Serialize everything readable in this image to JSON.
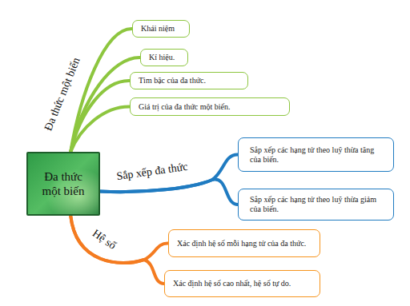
{
  "diagram": {
    "nodes": [
      {
        "text": [
          "Đa thức một biến"
        ]
      },
      {
        "text": [
          "Khái niệm"
        ]
      },
      {
        "text": [
          "Kí hiệu."
        ]
      },
      {
        "text": [
          "Tìm bậc của đa thức."
        ]
      },
      {
        "text": [
          "Giá trị của đa thức một biến."
        ]
      },
      {
        "text": [
          "Sắp xếp các hạng tử theo luỹ thừa tăng của biến."
        ]
      },
      {
        "text": [
          "Sắp xếp các hạng tử theo luỹ thừa giảm của biến."
        ]
      },
      {
        "text": [
          "Xác định hệ số mỗi hạng tử của đa thức."
        ]
      },
      {
        "text": [
          "Xác định hệ số cao nhất, hệ số tự do."
        ]
      }
    ],
    "edges": [
      {
        "from": 0,
        "to": 1,
        "arrow": "none"
      },
      {
        "from": 0,
        "to": 2,
        "arrow": "none"
      },
      {
        "from": 0,
        "to": 3,
        "arrow": "none"
      },
      {
        "from": 0,
        "to": 4,
        "arrow": "none"
      },
      {
        "from": 0,
        "to": 5,
        "arrow": "none"
      },
      {
        "from": 0,
        "to": 6,
        "arrow": "none"
      },
      {
        "from": 0,
        "to": 7,
        "arrow": "none"
      },
      {
        "from": 0,
        "to": 8,
        "arrow": "none"
      }
    ],
    "labels": [
      "Đa thức một biến",
      "Sắp xếp đa thức",
      "Hệ số"
    ]
  }
}
